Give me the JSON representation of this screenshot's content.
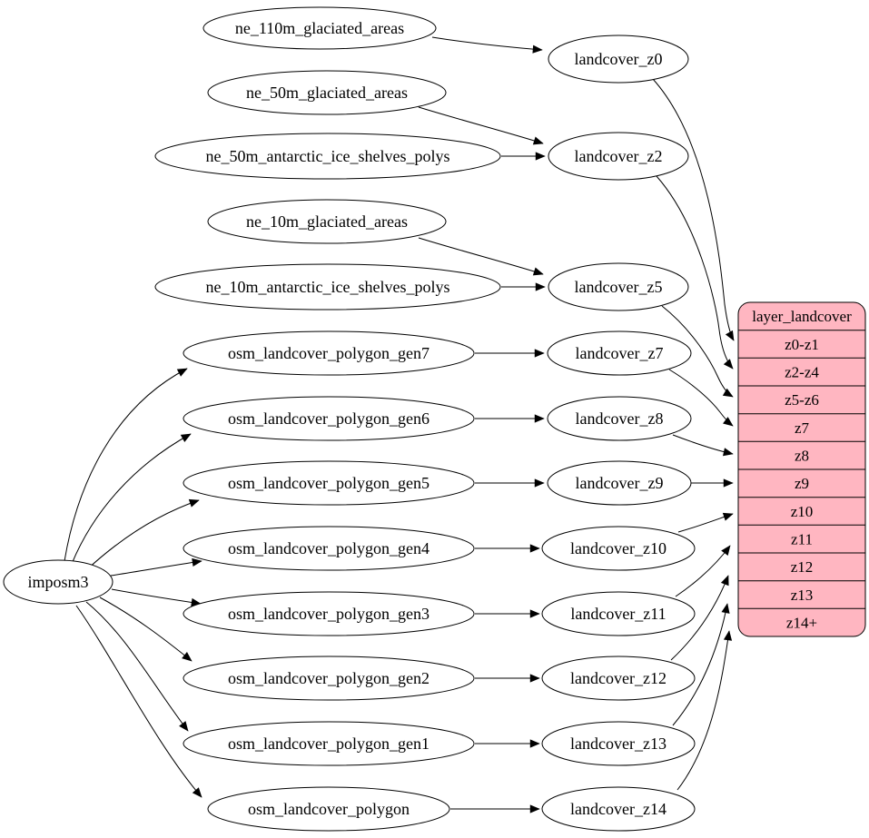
{
  "diagram": {
    "kind": "etl-dependency-graph",
    "colors": {
      "background": "#ffffff",
      "node_fill": "#ffffff",
      "stroke": "#000000",
      "text": "#000000",
      "table_fill": "#ffb6c1"
    },
    "nodes": {
      "imposm3": {
        "label": "imposm3"
      },
      "ne_110m_glaciated_areas": {
        "label": "ne_110m_glaciated_areas"
      },
      "ne_50m_glaciated_areas": {
        "label": "ne_50m_glaciated_areas"
      },
      "ne_50m_antarctic_ice_shelves_polys": {
        "label": "ne_50m_antarctic_ice_shelves_polys"
      },
      "ne_10m_glaciated_areas": {
        "label": "ne_10m_glaciated_areas"
      },
      "ne_10m_antarctic_ice_shelves_polys": {
        "label": "ne_10m_antarctic_ice_shelves_polys"
      },
      "osm_landcover_polygon_gen7": {
        "label": "osm_landcover_polygon_gen7"
      },
      "osm_landcover_polygon_gen6": {
        "label": "osm_landcover_polygon_gen6"
      },
      "osm_landcover_polygon_gen5": {
        "label": "osm_landcover_polygon_gen5"
      },
      "osm_landcover_polygon_gen4": {
        "label": "osm_landcover_polygon_gen4"
      },
      "osm_landcover_polygon_gen3": {
        "label": "osm_landcover_polygon_gen3"
      },
      "osm_landcover_polygon_gen2": {
        "label": "osm_landcover_polygon_gen2"
      },
      "osm_landcover_polygon_gen1": {
        "label": "osm_landcover_polygon_gen1"
      },
      "osm_landcover_polygon": {
        "label": "osm_landcover_polygon"
      },
      "landcover_z0": {
        "label": "landcover_z0"
      },
      "landcover_z2": {
        "label": "landcover_z2"
      },
      "landcover_z5": {
        "label": "landcover_z5"
      },
      "landcover_z7": {
        "label": "landcover_z7"
      },
      "landcover_z8": {
        "label": "landcover_z8"
      },
      "landcover_z9": {
        "label": "landcover_z9"
      },
      "landcover_z10": {
        "label": "landcover_z10"
      },
      "landcover_z11": {
        "label": "landcover_z11"
      },
      "landcover_z12": {
        "label": "landcover_z12"
      },
      "landcover_z13": {
        "label": "landcover_z13"
      },
      "landcover_z14": {
        "label": "landcover_z14"
      }
    },
    "table": {
      "title": "layer_landcover",
      "rows": [
        "z0-z1",
        "z2-z4",
        "z5-z6",
        "z7",
        "z8",
        "z9",
        "z10",
        "z11",
        "z12",
        "z13",
        "z14+"
      ]
    },
    "edges": [
      {
        "from": "ne_110m_glaciated_areas",
        "to": "landcover_z0"
      },
      {
        "from": "ne_50m_glaciated_areas",
        "to": "landcover_z2"
      },
      {
        "from": "ne_50m_antarctic_ice_shelves_polys",
        "to": "landcover_z2"
      },
      {
        "from": "ne_10m_glaciated_areas",
        "to": "landcover_z5"
      },
      {
        "from": "ne_10m_antarctic_ice_shelves_polys",
        "to": "landcover_z5"
      },
      {
        "from": "osm_landcover_polygon_gen7",
        "to": "landcover_z7"
      },
      {
        "from": "osm_landcover_polygon_gen6",
        "to": "landcover_z8"
      },
      {
        "from": "osm_landcover_polygon_gen5",
        "to": "landcover_z9"
      },
      {
        "from": "osm_landcover_polygon_gen4",
        "to": "landcover_z10"
      },
      {
        "from": "osm_landcover_polygon_gen3",
        "to": "landcover_z11"
      },
      {
        "from": "osm_landcover_polygon_gen2",
        "to": "landcover_z12"
      },
      {
        "from": "osm_landcover_polygon_gen1",
        "to": "landcover_z13"
      },
      {
        "from": "osm_landcover_polygon",
        "to": "landcover_z14"
      },
      {
        "from": "imposm3",
        "to": "osm_landcover_polygon_gen7"
      },
      {
        "from": "imposm3",
        "to": "osm_landcover_polygon_gen6"
      },
      {
        "from": "imposm3",
        "to": "osm_landcover_polygon_gen5"
      },
      {
        "from": "imposm3",
        "to": "osm_landcover_polygon_gen4"
      },
      {
        "from": "imposm3",
        "to": "osm_landcover_polygon_gen3"
      },
      {
        "from": "imposm3",
        "to": "osm_landcover_polygon_gen2"
      },
      {
        "from": "imposm3",
        "to": "osm_landcover_polygon_gen1"
      },
      {
        "from": "imposm3",
        "to": "osm_landcover_polygon"
      },
      {
        "from": "landcover_z0",
        "to": "layer_landcover:z0-z1"
      },
      {
        "from": "landcover_z2",
        "to": "layer_landcover:z2-z4"
      },
      {
        "from": "landcover_z5",
        "to": "layer_landcover:z5-z6"
      },
      {
        "from": "landcover_z7",
        "to": "layer_landcover:z7"
      },
      {
        "from": "landcover_z8",
        "to": "layer_landcover:z8"
      },
      {
        "from": "landcover_z9",
        "to": "layer_landcover:z9"
      },
      {
        "from": "landcover_z10",
        "to": "layer_landcover:z10"
      },
      {
        "from": "landcover_z11",
        "to": "layer_landcover:z11"
      },
      {
        "from": "landcover_z12",
        "to": "layer_landcover:z12"
      },
      {
        "from": "landcover_z13",
        "to": "layer_landcover:z13"
      },
      {
        "from": "landcover_z14",
        "to": "layer_landcover:z14+"
      }
    ]
  }
}
